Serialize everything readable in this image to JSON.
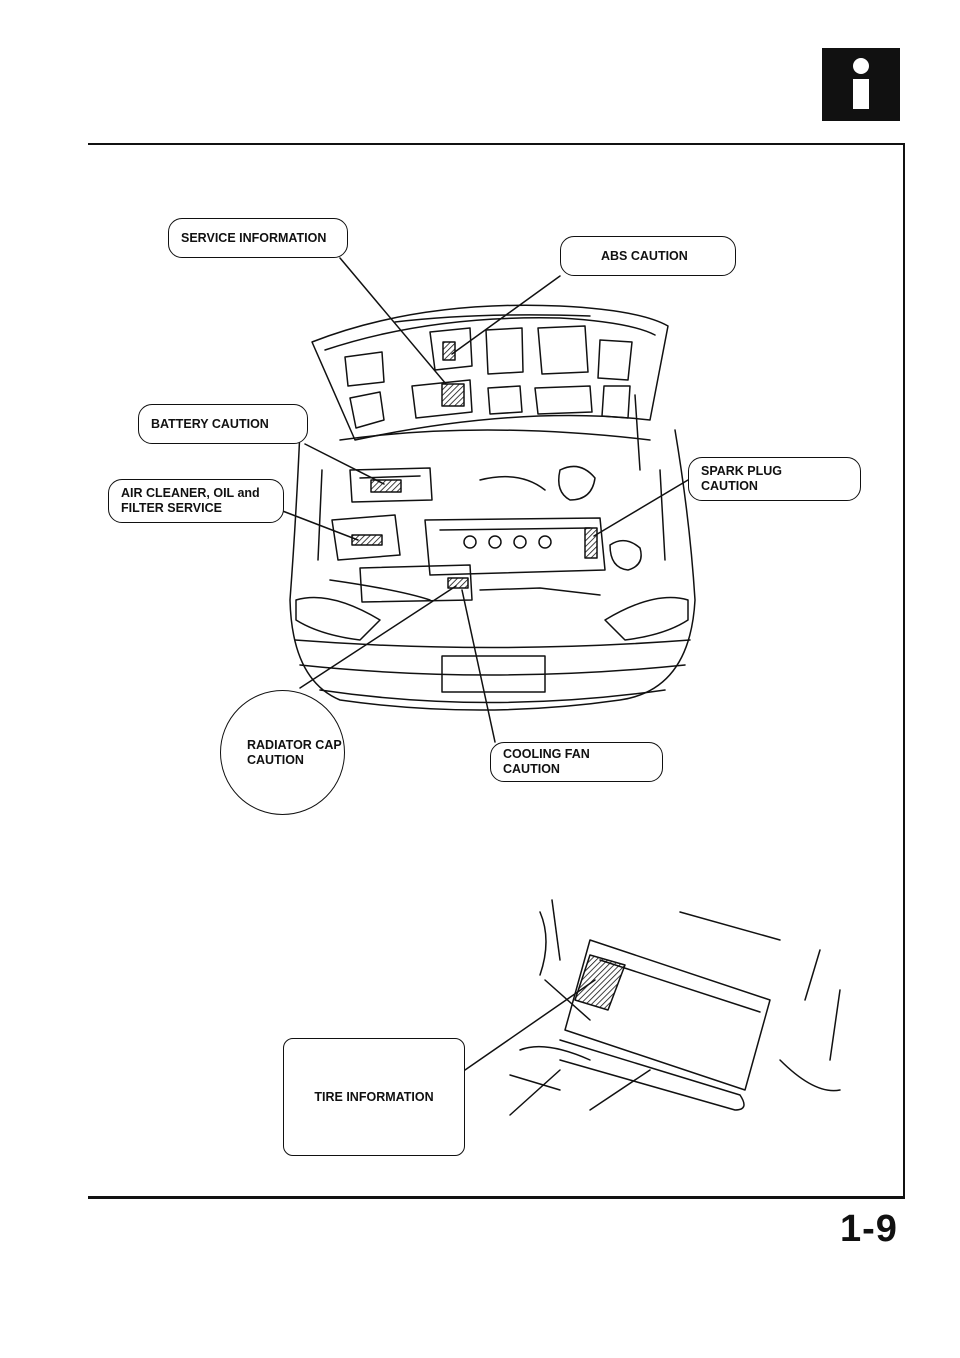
{
  "page": {
    "number": "1-9"
  },
  "badge": {
    "icon": "info-icon"
  },
  "callouts": {
    "service_information": "SERVICE INFORMATION",
    "abs_caution": "ABS CAUTION",
    "battery_caution": "BATTERY CAUTION",
    "air_cleaner": "AIR CLEANER, OIL and\nFILTER SERVICE",
    "spark_plug": "SPARK PLUG\nCAUTION",
    "radiator_cap": "RADIATOR CAP\nCAUTION",
    "cooling_fan": "COOLING FAN CAUTION",
    "tire_information": "TIRE INFORMATION"
  }
}
